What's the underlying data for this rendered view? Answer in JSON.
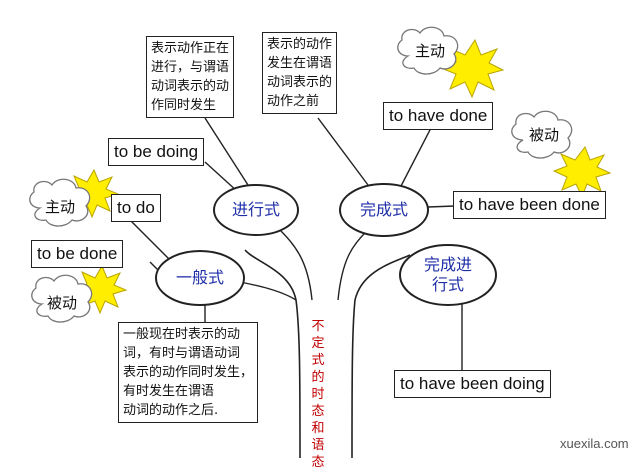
{
  "nodes": {
    "jinxing": "进行式",
    "wancheng": "完成式",
    "yiban": "一般式",
    "wancheng_jinxing": "完成进\n行式"
  },
  "forms": {
    "to_be_doing": "to be doing",
    "to_do": "to do",
    "to_be_done": "to be done",
    "to_have_done": "to have done",
    "to_have_been_done": "to have been done",
    "to_have_been_doing": "to have been doing"
  },
  "voices": {
    "active": "主动",
    "passive": "被动"
  },
  "notes": {
    "progressive": "表示动作正在\n进行，与谓语\n动词表示的动\n作同时发生",
    "perfect": "表示的动作\n发生在谓语\n动词表示的\n动作之前",
    "simple": "一般现在时表示的动\n词，有时与谓语动词\n表示的动作同时发生，\n有时发生在谓语\n动词的动作之后."
  },
  "trunk_label": "不定式的时态和语态",
  "watermark": "xuexila.com",
  "colors": {
    "oval_text": "#1f2fa8",
    "trunk_text": "#c00000",
    "starburst": "#ffee00",
    "starburst_stroke": "#b8a400"
  }
}
